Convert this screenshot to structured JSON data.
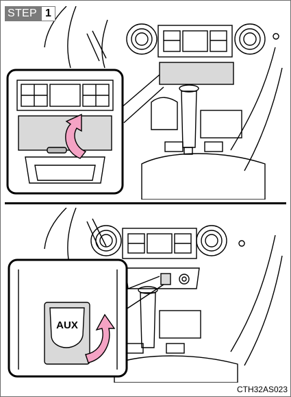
{
  "step": {
    "word": "STEP",
    "number": "1"
  },
  "bottom_panel": {
    "button_label": "AUX"
  },
  "figure_code": "CTH32AS023",
  "colors": {
    "arrow": "#f4a3c4",
    "badge": "#7a7a7a",
    "lid": "#d9d9d9"
  },
  "icons": [
    "curved-arrow-up-icon",
    "curved-arrow-up-icon"
  ]
}
